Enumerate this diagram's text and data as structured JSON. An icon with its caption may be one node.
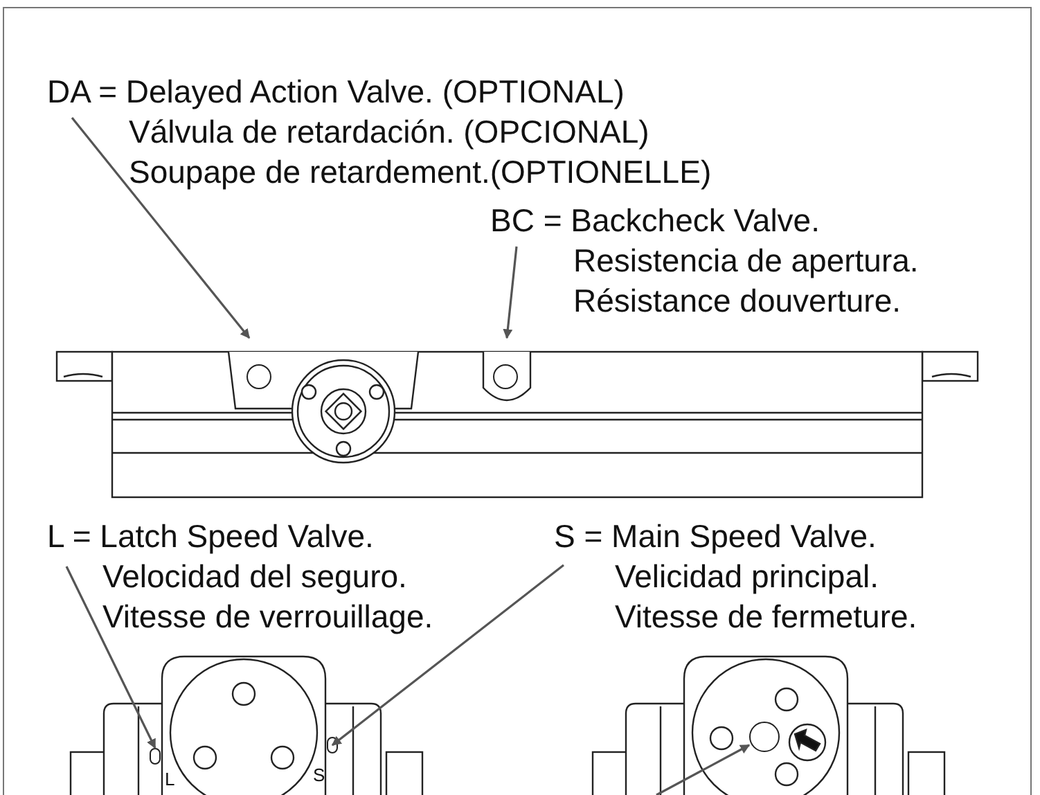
{
  "diagram": {
    "nodes": [
      {
        "text": [
          "DA = Delayed Action Valve. (OPTIONAL)",
          "Válvula de retardación. (OPCIONAL)",
          "Soupape de retardement.(OPTIONELLE)"
        ]
      },
      {
        "text": [],
        "shape": "circle"
      },
      {
        "text": [
          "BC = Backcheck Valve.",
          "Resistencia de apertura.",
          "Résistance douverture."
        ]
      },
      {
        "text": [],
        "shape": "circle"
      },
      {
        "text": [
          "L = Latch Speed Valve.",
          "Velocidad del seguro.",
          "Vitesse de verrouillage."
        ]
      },
      {
        "text": [],
        "shape": "box"
      },
      {
        "text": [
          "S = Main Speed Valve.",
          "Velicidad principal.",
          "Vitesse de fermeture."
        ]
      },
      {
        "text": [],
        "shape": "box"
      },
      {
        "text": [],
        "shape": "circle"
      }
    ],
    "edges": [
      {
        "from": 0,
        "to": 1,
        "arrow": "to"
      },
      {
        "from": 2,
        "to": 3,
        "arrow": "to"
      },
      {
        "from": 4,
        "to": 5,
        "arrow": "to"
      },
      {
        "from": 6,
        "to": 7,
        "arrow": "to"
      },
      {
        "from": null,
        "to": 8,
        "arrow": "to"
      }
    ],
    "labels": [
      "L",
      "S"
    ]
  }
}
